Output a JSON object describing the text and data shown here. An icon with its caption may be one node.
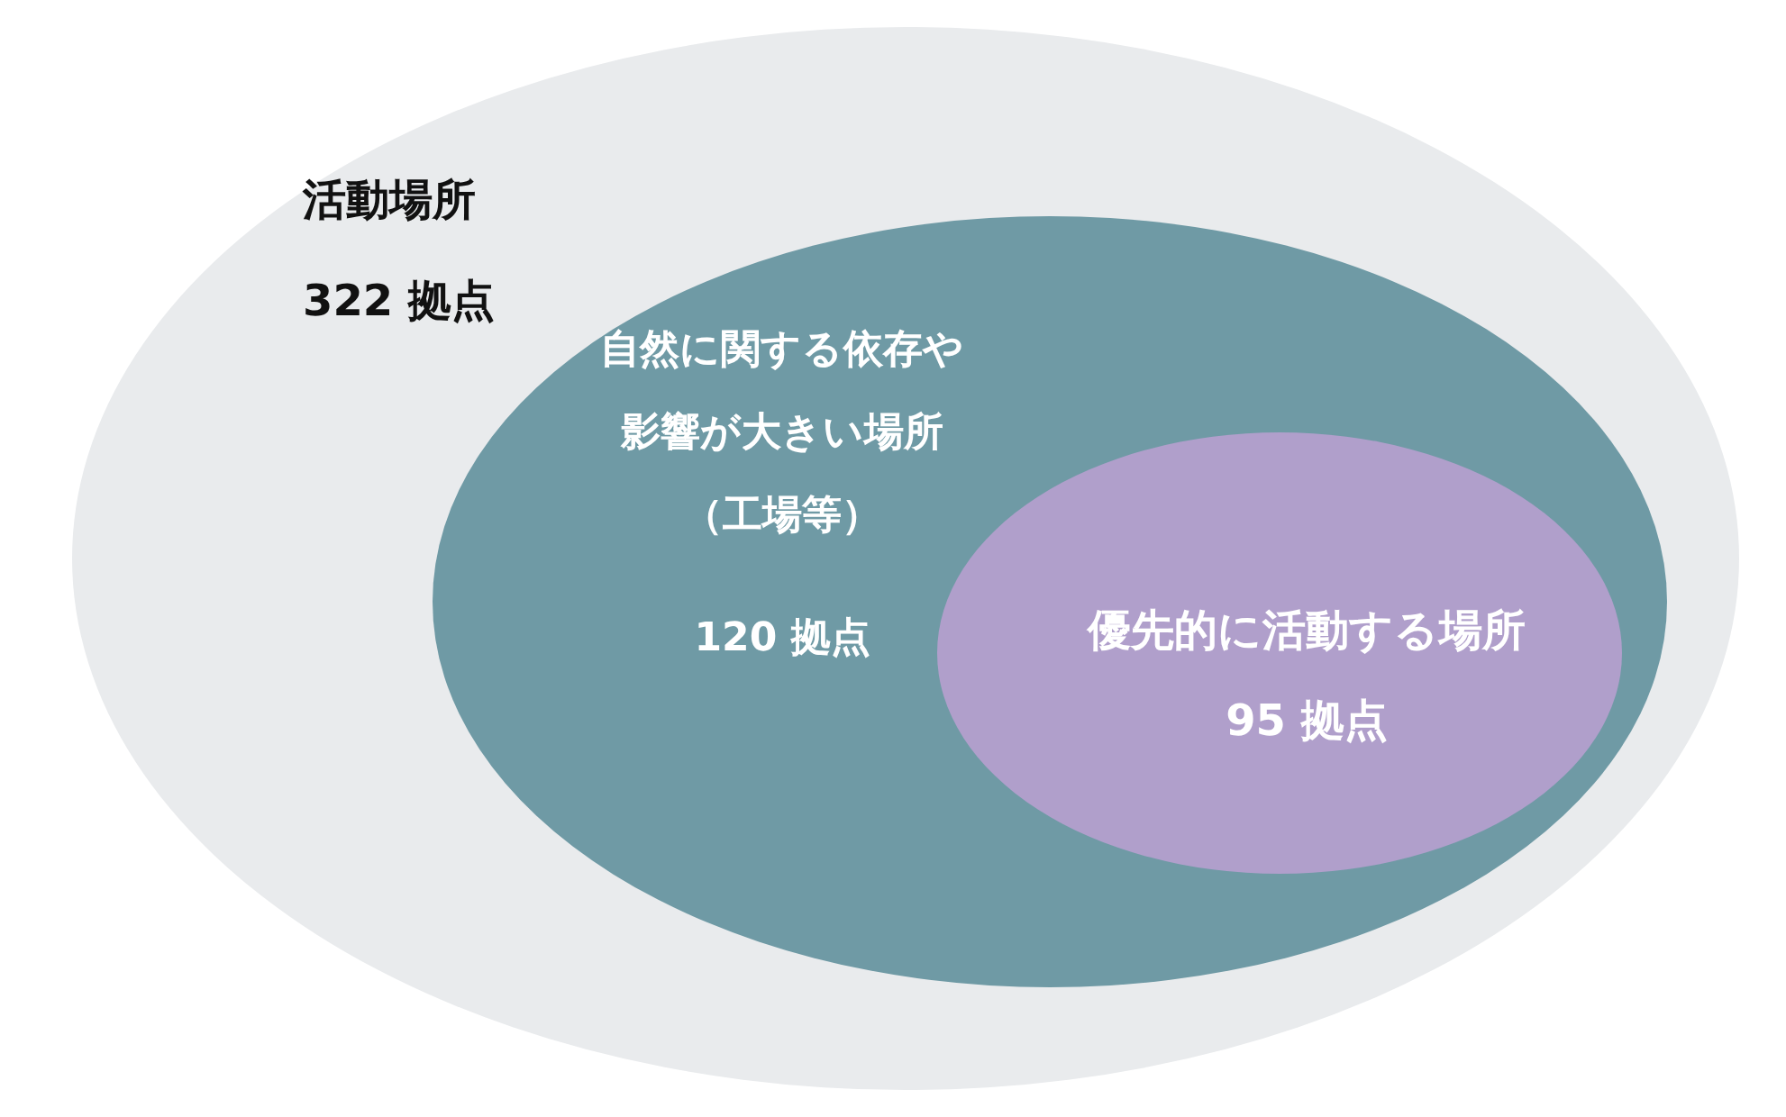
{
  "diagram": {
    "nodes": [
      {
        "text": [
          "活動場所",
          "322 拠点"
        ]
      },
      {
        "text": [
          "自然に関する依存や影響が大きい場所（工場等）",
          "120 拠点"
        ],
        "in": 0
      },
      {
        "text": [
          "優先的に活動する場所",
          "95 拠点"
        ],
        "in": 1
      }
    ]
  }
}
